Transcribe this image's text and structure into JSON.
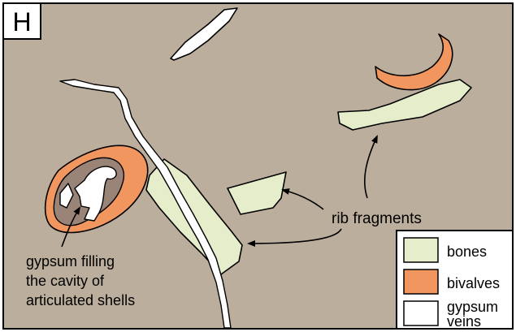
{
  "panel": {
    "letter": "H"
  },
  "labels": {
    "rib_fragments": "rib fragments",
    "gypsum_filling": [
      "gypsum filling",
      "the cavity of",
      "articulated shells"
    ]
  },
  "legend": {
    "items": [
      {
        "label": [
          "bones"
        ],
        "color": "#e6edcb"
      },
      {
        "label": [
          "bivalves"
        ],
        "color": "#f2965f"
      },
      {
        "label": [
          "gypsum",
          "veins"
        ],
        "color": "#ffffff"
      }
    ]
  },
  "colors": {
    "matrix": "#bcae9c",
    "bone": "#e6edcb",
    "bivalve": "#f2965f",
    "gypsum": "#ffffff",
    "shell_interior": "#9a8478",
    "outline": "#000000"
  }
}
